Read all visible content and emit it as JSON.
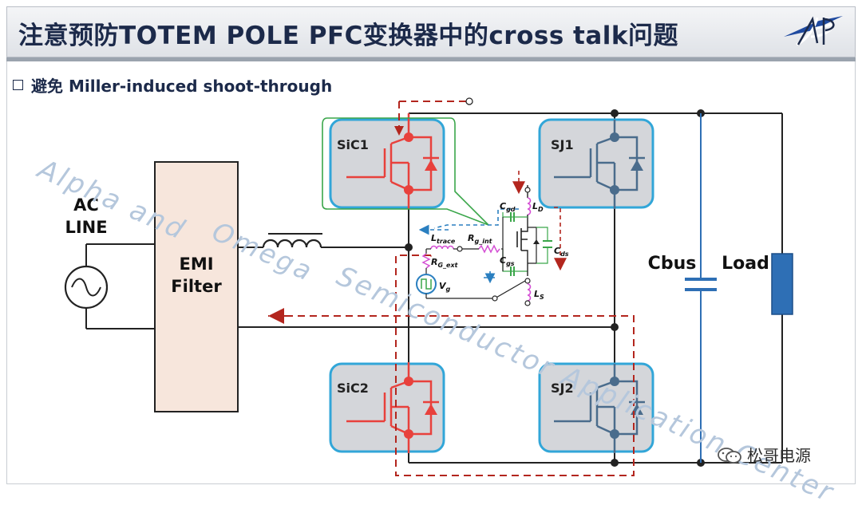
{
  "header": {
    "title": "注意预防TOTEM POLE PFC变换器中的cross talk问题"
  },
  "section": {
    "bullet": "避免 Miller-induced shoot-through"
  },
  "diagram": {
    "labels": {
      "ac_line": "AC",
      "ac_line2": "LINE",
      "emi_filter": "EMI",
      "emi_filter2": "Filter",
      "sic1": "SiC1",
      "sic2": "SiC2",
      "sj1": "SJ1",
      "sj2": "SJ2",
      "cbus": "Cbus",
      "load": "Load"
    },
    "inset": {
      "cgd": "C",
      "cgd_sub": "gd",
      "cgs": "C",
      "cgs_sub": "gs",
      "cds": "C",
      "cds_sub": "ds",
      "ld": "L",
      "ld_sub": "D",
      "ls": "L",
      "ls_sub": "S",
      "ltrace": "L",
      "ltrace_sub": "trace",
      "rgint": "R",
      "rgint_sub": "g_int",
      "rgext": "R",
      "rgext_sub": "G_ext",
      "vg": "V",
      "vg_sub": "g"
    },
    "colors": {
      "sic_red": "#e8413c",
      "sj_blue": "#4a6c8c",
      "box_fill": "#d4d6da",
      "box_border": "#32a6d8",
      "emi_fill": "#f7e6dc",
      "dash_red": "#b3261e",
      "dash_blue": "#2a7fc0",
      "load_fill": "#2e6fb5",
      "cap_blue": "#2e6fb5",
      "green": "#3aa64a"
    }
  },
  "watermark": {
    "line1": "Alpha  and",
    "line2": "Omega",
    "line3": "Semiconductor Application Center"
  },
  "footer": {
    "wechat": "松哥电源"
  }
}
